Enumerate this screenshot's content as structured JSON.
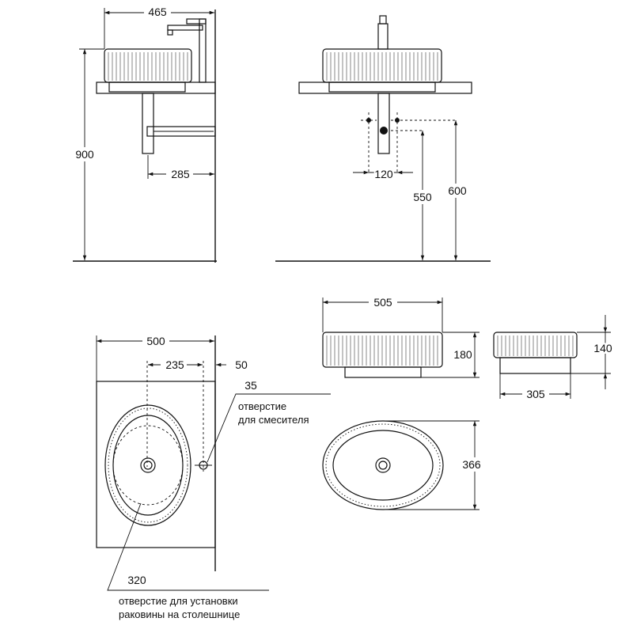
{
  "dimensions": {
    "side_width": "465",
    "side_height": "900",
    "side_outlet": "285",
    "front_drain_spacing": "120",
    "front_drain_height": "550",
    "front_supply_height": "600",
    "top_width": "500",
    "top_offset": "235",
    "top_edge": "50",
    "mixer_hole": "35",
    "inner_diameter": "320",
    "basin_length": "505",
    "basin_height_1": "180",
    "basin_height_2": "140",
    "basin_base": "305",
    "basin_depth": "366"
  },
  "labels": {
    "mixer_hole_line1": "отверстие",
    "mixer_hole_line2": "для смесителя",
    "counter_hole_line1": "отверстие для установки",
    "counter_hole_line2": "раковины на столешнице"
  }
}
